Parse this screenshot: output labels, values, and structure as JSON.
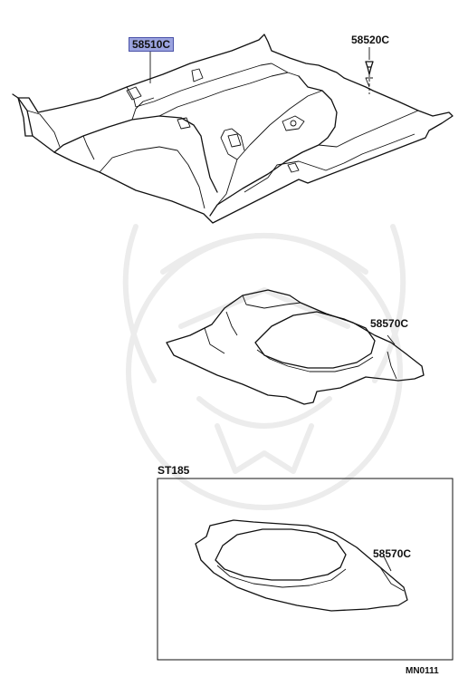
{
  "parts": {
    "floor_carpet": "58510C",
    "clip": "58520C",
    "trunk_mat_a": "58570C",
    "trunk_mat_b": "58570C"
  },
  "variant_box": {
    "label": "ST185"
  },
  "drawing_code": "MN0111",
  "colors": {
    "highlight": "#9ba3df",
    "line": "#111111",
    "watermark": "#ececec"
  }
}
